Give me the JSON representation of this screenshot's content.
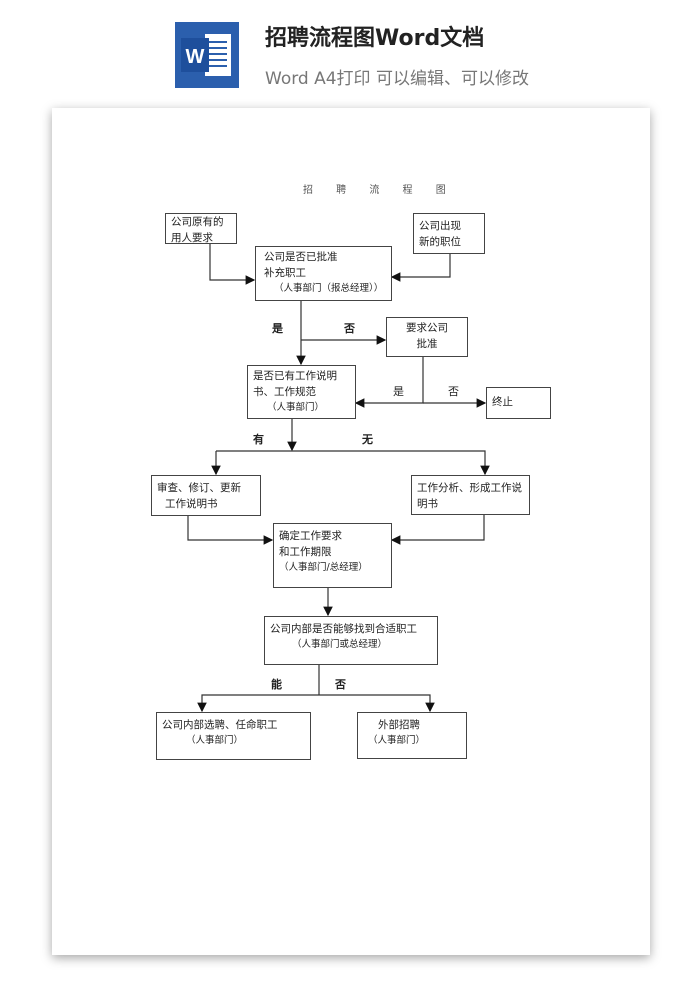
{
  "header": {
    "title": "招聘流程图Word文档",
    "subtitle": "Word A4打印 可以编辑、可以修改",
    "icon_letter": "W"
  },
  "doc": {
    "title": "招 聘 流 程 图",
    "boxes": {
      "original_need": [
        "公司原有的",
        "用人要求"
      ],
      "new_position": [
        "公司出现",
        "新的职位"
      ],
      "approve_staff": [
        "公司是否已批准",
        "补充职工",
        "（人事部门（报总经理））"
      ],
      "request_approval": [
        "要求公司",
        "批准"
      ],
      "has_job_desc": [
        "是否已有工作说明",
        "书、工作规范",
        "（人事部门）"
      ],
      "terminate": [
        "终止"
      ],
      "review_update": [
        "审查、修订、更新",
        "工作说明书"
      ],
      "job_analysis": [
        "工作分析、形成工作说",
        "明书"
      ],
      "define_requirements": [
        "确定工作要求",
        "和工作期限",
        "（人事部门/总经理）"
      ],
      "internal_find": [
        "公司内部是否能够找到合适职工",
        "（人事部门或总经理）"
      ],
      "internal_hire": [
        "公司内部选聘、任命职工",
        "（人事部门）"
      ],
      "external_hire": [
        "外部招聘",
        "（人事部门）"
      ]
    },
    "labels": {
      "yes1": "是",
      "no1": "否",
      "yes2": "是",
      "no2": "否",
      "has": "有",
      "none": "无",
      "can": "能",
      "no3": "否"
    }
  }
}
